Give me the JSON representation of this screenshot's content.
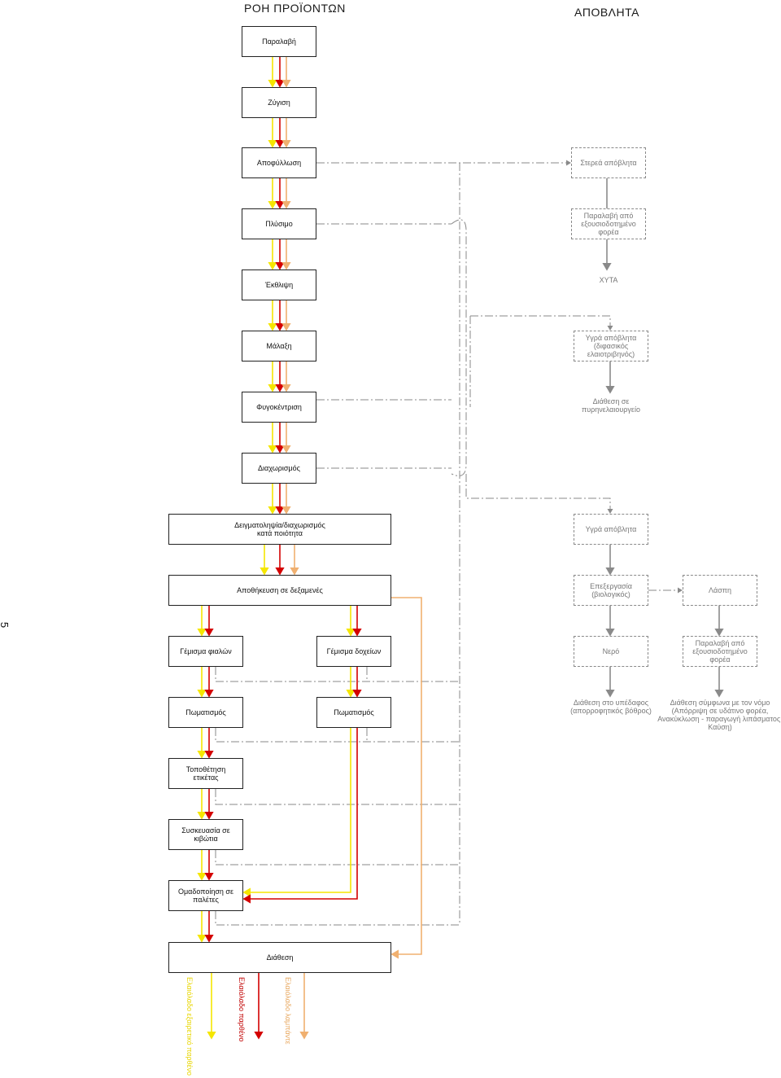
{
  "headings": {
    "flow": "ΡΟΗ ΠΡΟΪΟΝΤΩΝ",
    "waste": "ΑΠΟΒΛΗΤΑ"
  },
  "page_number": "5",
  "colors": {
    "extra_virgin": "#f5e600",
    "virgin": "#d40000",
    "lampante": "#f0b070",
    "waste_line": "#8a8a8a"
  },
  "process": {
    "reception": "Παραλαβή",
    "weighing": "Ζύγιση",
    "defoliation": "Αποφύλλωση",
    "washing": "Πλύσιμο",
    "crushing": "Έκθλιψη",
    "malaxing": "Μάλαξη",
    "centrifugation": "Φυγοκέντριση",
    "separation": "Διαχωρισμός",
    "sampling": "Δειγματοληψία/διαχωρισμός κατά ποιότητα",
    "tank_storage": "Αποθήκευση σε δεξαμενές",
    "bottle_filling": "Γέμισμα φιαλών",
    "container_filling": "Γέμισμα δοχείων",
    "capping_bottles": "Πωματισμός",
    "capping_containers": "Πωματισμός",
    "labeling": "Τοποθέτηση ετικέτας",
    "boxing": "Συσκευασία σε κιβώτια",
    "palletizing": "Ομαδοποίηση σε παλέτες",
    "distribution": "Διάθεση"
  },
  "waste": {
    "solid": "Στερεά απόβλητα",
    "solid_pickup": "Παραλαβή από εξουσιοδοτημένο φορέα",
    "landfill": "ΧΥΤΑ",
    "liquid_pomace": "Υγρά απόβλητα (διφασικός ελαιοτριβηνός)",
    "pomace_disposal": "Διάθεση σε πυρηνελαιουργείο",
    "liquid": "Υγρά απόβλητα",
    "bio_treatment": "Επεξεργασία (βιολογικός)",
    "sludge": "Λάσπη",
    "water": "Νερό",
    "sludge_pickup": "Παραλαβή από εξουσιοδοτημένο φορέα",
    "ground_disposal": "Διάθεση στο υπέδαφος (απορροφητικός βόθρος)",
    "legal_disposal": "Διάθεση σύμφωνα με τον νόμο (Απόρριψη σε υδάτινο φορέα, Ανακύκλωση - παραγωγή λιπάσματος, Καύση)"
  },
  "legend": {
    "extra_virgin": "Ελαιόλαδο εξαιρετικό παρθένο",
    "virgin": "Ελαιόλαδο παρθένο",
    "lampante": "Ελαιόλαδο λαμπάντε"
  }
}
